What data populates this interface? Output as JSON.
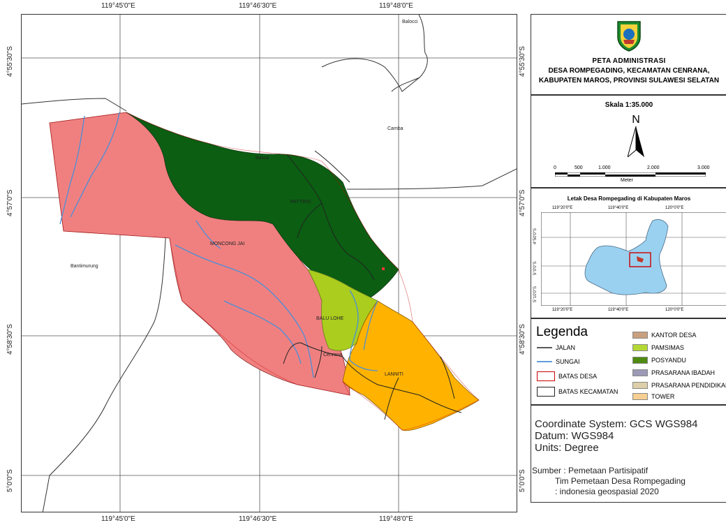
{
  "map": {
    "top_ticks": [
      "119°45'0\"E",
      "119°46'30\"E",
      "119°48'0\"E"
    ],
    "bottom_ticks": [
      "119°45'0\"E",
      "119°46'30\"E",
      "119°48'0\"E"
    ],
    "left_ticks": [
      "4°55'30\"S",
      "4°57'0\"S",
      "4°58'30\"S",
      "5°0'0\"S"
    ],
    "right_ticks": [
      "4°55'30\"S",
      "4°57'0\"S",
      "4°58'30\"S",
      "5°0'0\"S"
    ],
    "place_labels": {
      "balocci": "Balocci",
      "camba": "Camba",
      "bantimurung": "Bantimurung",
      "moncong_jai": "MONCONG JAI",
      "pattiro": "PATTIRO",
      "balu_lohe": "BALU LOHE",
      "lanniti": "LANNITI",
      "cenrana": "Cenrana",
      "batusi": "Batusi"
    },
    "colors": {
      "pink": "#f08080",
      "dark_green": "#0b5e12",
      "yellow_green": "#aacd1e",
      "orange": "#ffb300",
      "river": "#4a8fd8"
    }
  },
  "title": {
    "line1": "PETA  ADMINISTRASI",
    "line2": "DESA ROMPEGADING, KECAMATAN CENRANA,",
    "line3": "KABUPATEN MAROS, PROVINSI SULAWESI SELATAN"
  },
  "scale": {
    "label": "Skala 1:35.000",
    "north": "N",
    "ticks": [
      "0",
      "500",
      "1.000",
      "2.000",
      "3.000"
    ],
    "unit": "Meter"
  },
  "inset": {
    "title": "Letak Desa Rompegading di Kabupaten Maros",
    "top_ticks": [
      "119°20'0\"E",
      "119°40'0\"E",
      "120°0'0\"E"
    ],
    "bottom_ticks": [
      "119°20'0\"E",
      "119°40'0\"E",
      "120°0'0\"E"
    ],
    "left_ticks": [
      "4°50'0\"S",
      "5°0'0\"S",
      "5°10'0\"S"
    ]
  },
  "legend": {
    "title": "Legenda",
    "items_left": [
      "JALAN",
      "SUNGAI",
      "BATAS DESA",
      "BATAS KECAMATAN"
    ],
    "items_right": [
      "KANTOR DESA",
      "PAMSIMAS",
      "POSYANDU",
      "PRASARANA IBADAH",
      "PRASARANA PENDIDIKAN",
      "TOWER"
    ],
    "right_colors": [
      "#c9a07f",
      "#b5d934",
      "#4f8a12",
      "#9d9ab7",
      "#dccfaa",
      "#f8cf93"
    ]
  },
  "info": {
    "coord_system": "Coordinate System: GCS WGS984",
    "datum": "Datum: WGS984",
    "units": "Units: Degree",
    "source1": "Sumber : Pemetaan Partisipatif",
    "source2": "Tim Pemetaan Desa Rompegading",
    "source3": ": indonesia geospasial 2020"
  }
}
